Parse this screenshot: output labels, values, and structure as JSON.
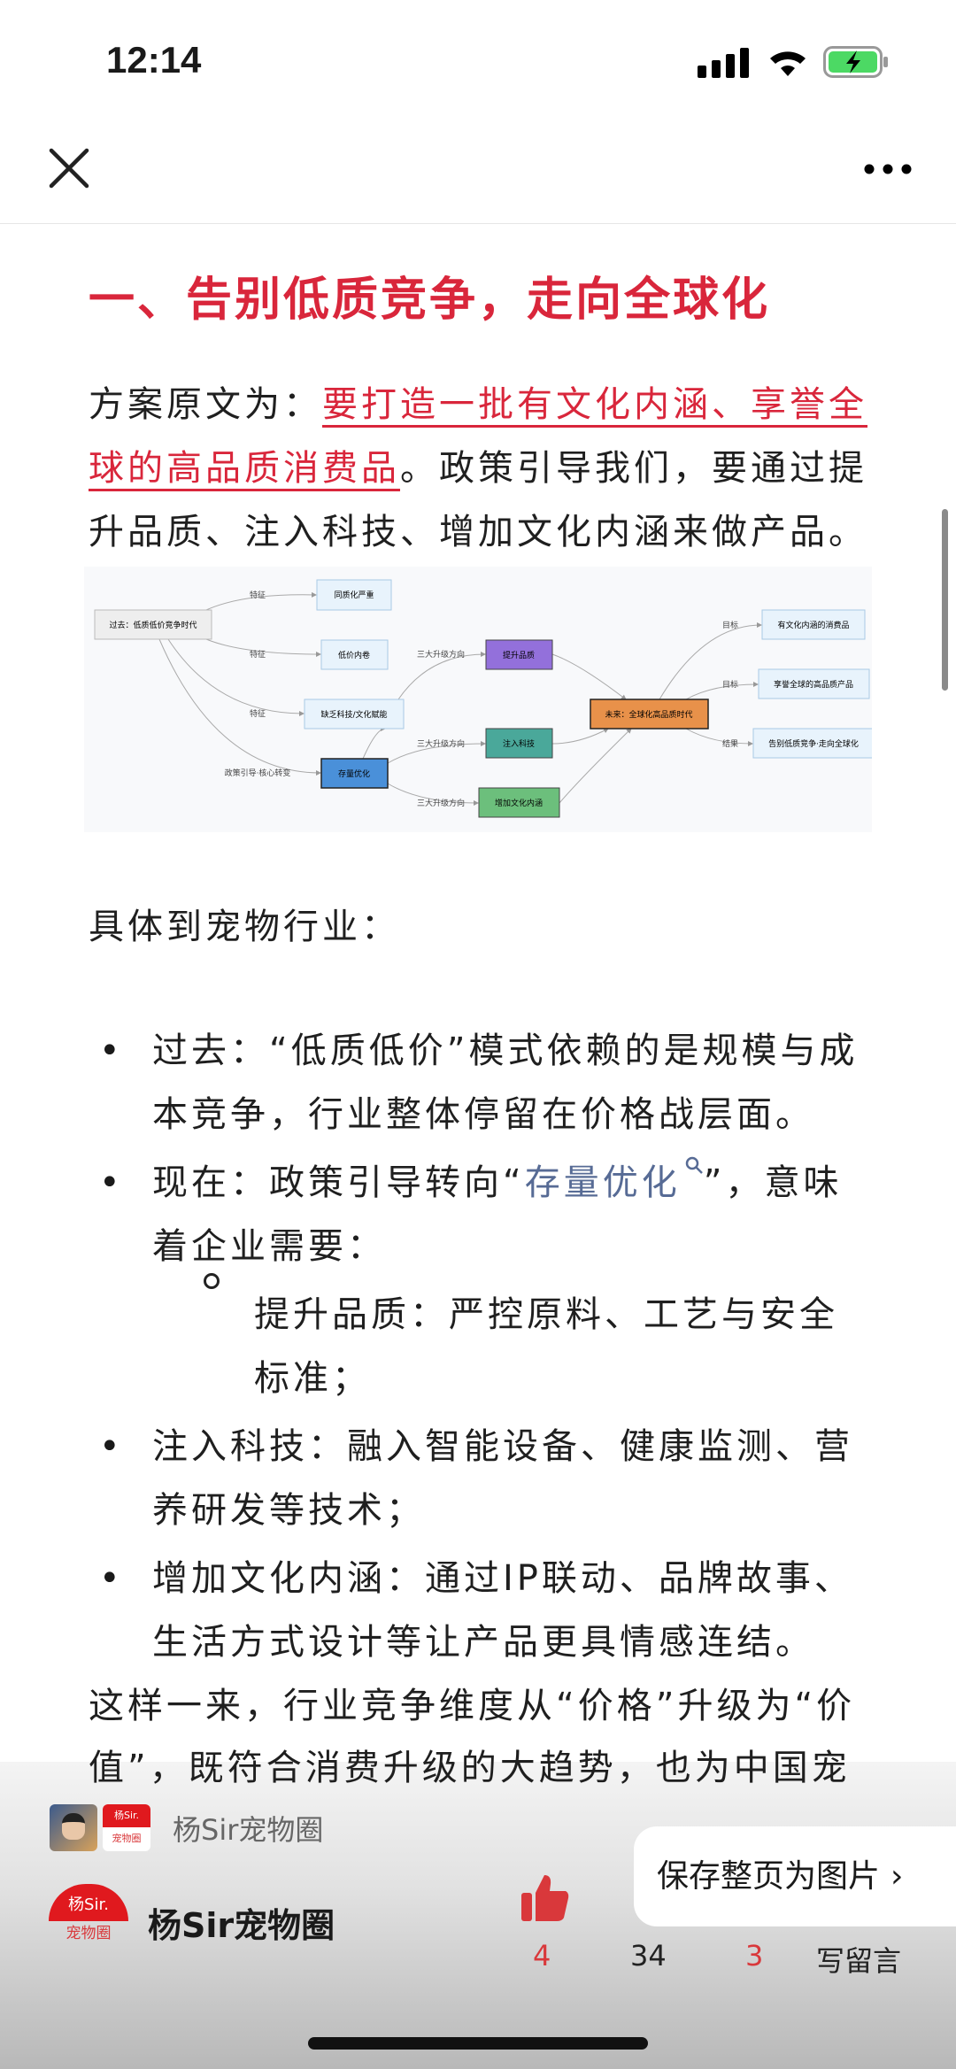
{
  "status_bar": {
    "time": "12:14"
  },
  "nav": {
    "close_icon": "close-icon",
    "more_icon": "ellipsis-icon"
  },
  "article": {
    "heading": "一、告别低质竞争，走向全球化",
    "intro_prefix": "方案原文为：",
    "intro_quote": "要打造一批有文化内涵、享誉全球的高品质消费品",
    "intro_rest": "。政策引导我们，要通过提升品质、注入科技、增加文化内涵来做产品。",
    "diagram": {
      "nodes": {
        "past": "过去：低质低价竞争时代",
        "homogenization": "同质化严重",
        "low_price": "低价内卷",
        "lack": "缺乏科技/文化赋能",
        "stock": "存量优化",
        "quality": "提升品质",
        "tech": "注入科技",
        "culture": "增加文化内涵",
        "future": "未来：全球化高品质时代",
        "goal1": "有文化内涵的消费品",
        "goal2": "享誉全球的高品质产品",
        "result": "告别低质竞争·走向全球化"
      },
      "edge_labels": {
        "feature": "特征",
        "policy": "政策引导·核心转变",
        "direction": "三大升级方向",
        "goal": "目标",
        "result": "结果"
      },
      "colors": {
        "stock": "#4a90d9",
        "quality": "#9370db",
        "tech": "#4aa89a",
        "culture": "#6cbf7c",
        "future": "#e8914a"
      }
    },
    "section_lead": "具体到宠物行业：",
    "bullets": [
      {
        "text": "过去：“低质低价”模式依赖的是规模与成本竞争，行业整体停留在价格战层面。"
      },
      {
        "prefix": "现在：政策引导转向“",
        "link": "存量优化",
        "suffix": "”，意味着企业需要："
      },
      {
        "text": "提升品质：严控原料、工艺与安全标准；"
      },
      {
        "text": "注入科技：融入智能设备、健康监测、营养研发等技术；"
      },
      {
        "text": "增加文化内涵：通过IP联动、品牌故事、生活方式设计等让产品更具情感连结。"
      }
    ],
    "closing": "这样一来，行业竞争维度从“价格”升级为“价值”，既符合消费升级的大趋势，也为中国宠"
  },
  "footer": {
    "account_small": "杨Sir宠物圈",
    "account_name": "杨Sir宠物圈",
    "logo_text_top": "杨Sir.",
    "logo_text_bottom": "宠物圈",
    "like_count": "4",
    "share_count": "34",
    "wow_count": "3",
    "comment_label": "写留言",
    "save_popup": "保存整页为图片",
    "accent": "#d9383b"
  }
}
